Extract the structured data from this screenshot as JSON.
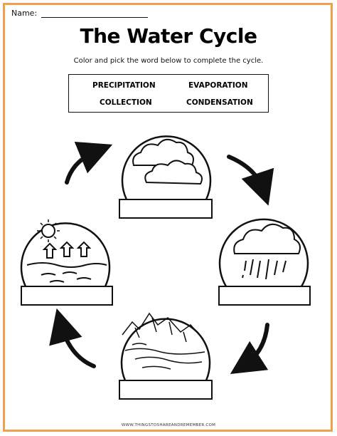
{
  "header": {
    "name_label": "Name:",
    "title": "The Water Cycle",
    "instructions": "Color and pick the word below to complete the cycle."
  },
  "word_bank": {
    "words": [
      "PRECIPITATION",
      "EVAPORATION",
      "COLLECTION",
      "CONDENSATION"
    ]
  },
  "footer": {
    "url": "WWW.THINGSTOSHAREANDREMEMBER.COM"
  },
  "colors": {
    "border": "#f0a24a",
    "ink": "#111111"
  },
  "stages": [
    {
      "icon": "clouds-icon"
    },
    {
      "icon": "rain-cloud-icon"
    },
    {
      "icon": "mountain-river-icon"
    },
    {
      "icon": "sun-evaporation-icon"
    }
  ]
}
